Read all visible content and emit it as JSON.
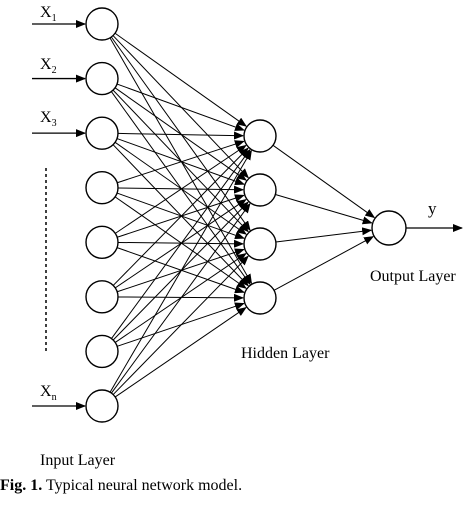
{
  "figure": {
    "caption_label": "Fig. 1.",
    "caption_text": "Typical neural network model."
  },
  "diagram": {
    "stroke_color": "#000000",
    "node_fill": "#ffffff",
    "layers": {
      "input": {
        "label": "Input Layer",
        "node_count": 8,
        "visible_inputs": [
          {
            "base": "X",
            "sub": "1"
          },
          {
            "base": "X",
            "sub": "2"
          },
          {
            "base": "X",
            "sub": "3"
          },
          {
            "base": "X",
            "sub": "n"
          }
        ]
      },
      "hidden": {
        "label": "Hidden Layer",
        "node_count": 4
      },
      "output": {
        "label": "Output Layer",
        "node_count": 1,
        "output_symbol": "y"
      }
    }
  }
}
